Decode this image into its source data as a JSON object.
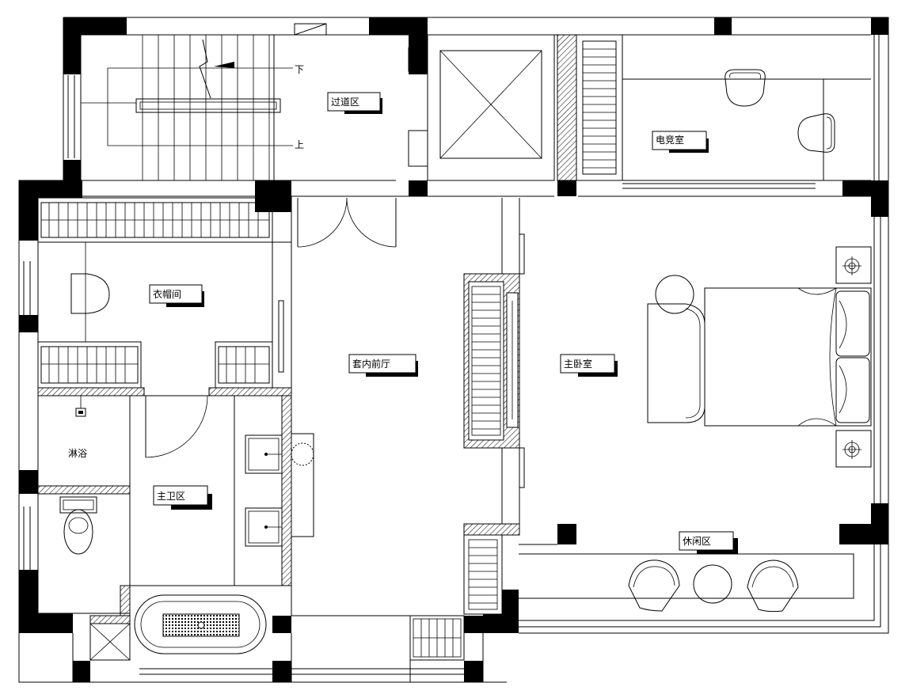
{
  "rooms": {
    "corridor": "过道区",
    "esports": "电竞室",
    "cloakroom": "衣帽间",
    "foyer": "套内前厅",
    "master_bedroom": "主卧室",
    "shower": "淋浴",
    "master_bath": "主卫区",
    "leisure": "休闲区"
  },
  "stair": {
    "down": "下",
    "up": "上"
  }
}
